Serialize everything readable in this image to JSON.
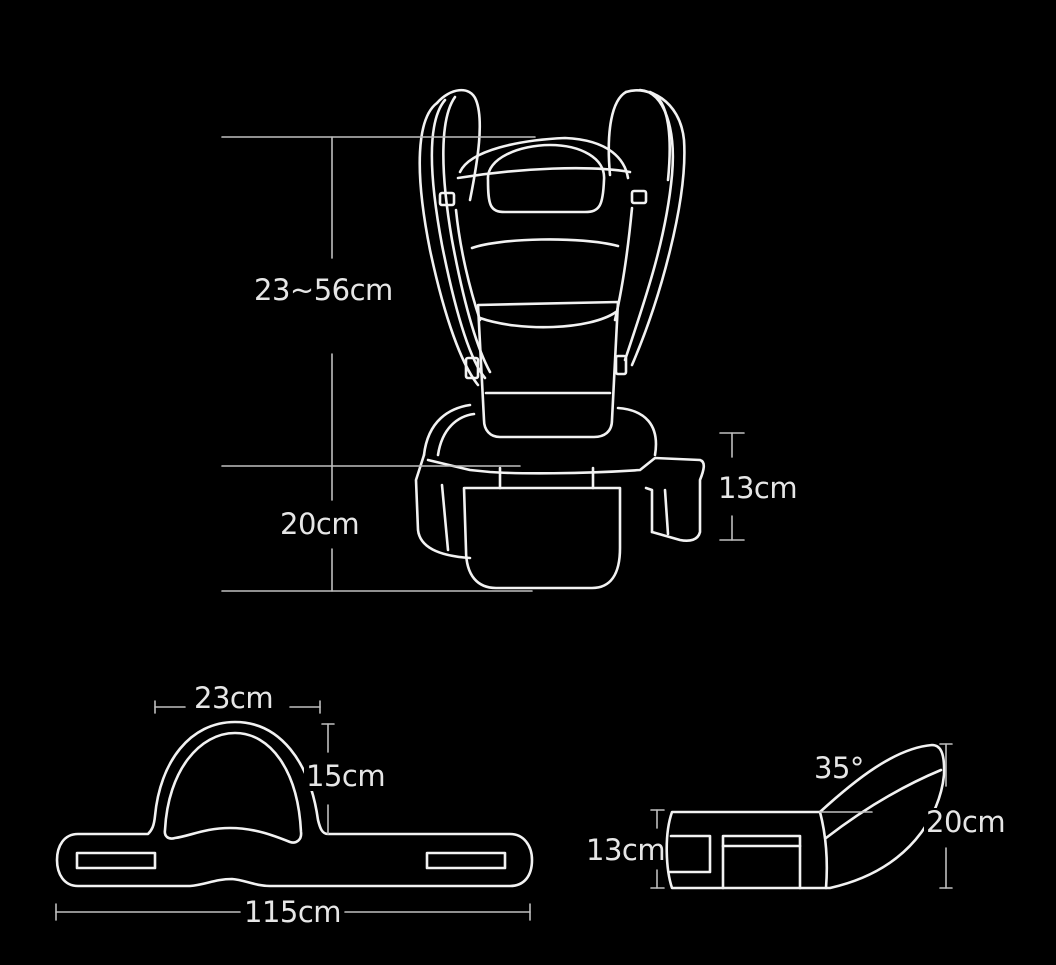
{
  "diagram": {
    "subject": "baby hip-seat carrier dimensions",
    "colors": {
      "background": "#000000",
      "line": "#f2f2f2",
      "dimension_line": "#bfbfbf",
      "text": "#e6e6e6"
    },
    "front_view": {
      "labels": {
        "strap_height": "23~56cm",
        "seat_height": "20cm",
        "side_pocket_height": "13cm"
      }
    },
    "waist_belt_view": {
      "labels": {
        "cushion_width": "23cm",
        "cushion_height": "15cm",
        "belt_length": "115cm"
      }
    },
    "side_view": {
      "labels": {
        "angle": "35°",
        "base_height": "13cm",
        "seat_height": "20cm"
      }
    }
  }
}
